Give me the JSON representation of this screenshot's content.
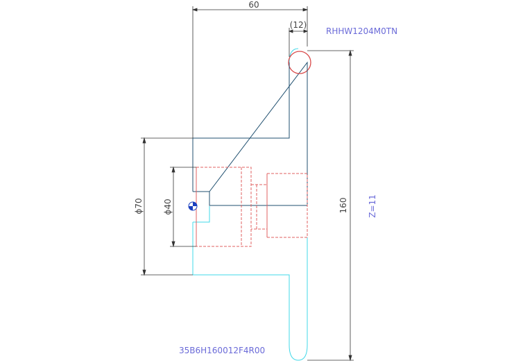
{
  "drawing": {
    "dimensions": {
      "width_60": "60",
      "insert_12": "(12)",
      "height_160": "160",
      "dia_70": "ϕ70",
      "dia_40": "ϕ40"
    },
    "labels": {
      "insert_code": "RHHW1204M0TN",
      "teeth": "Z=11",
      "part_code": "35B6H160012F4R00"
    },
    "colors": {
      "outline": "#1f4f6f",
      "hidden": "#e06060",
      "cyan": "#40d8e8",
      "dim": "#333333",
      "label": "#6a6ad8"
    }
  }
}
